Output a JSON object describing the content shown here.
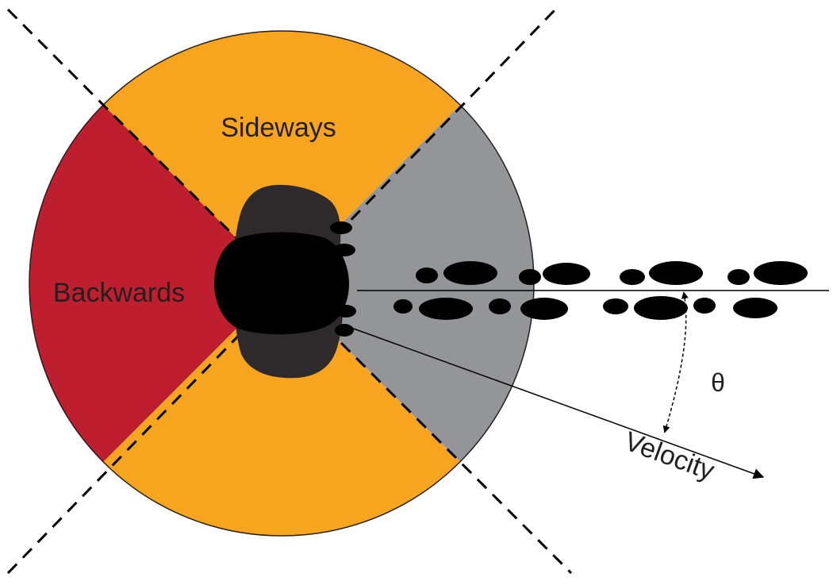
{
  "labels": {
    "sideways": "Sideways",
    "backwards": "Backwards",
    "velocity": "Velocity",
    "theta": "θ"
  },
  "colors": {
    "sideways": "#F7A51E",
    "backwards": "#BE1E2D",
    "forward": "#939598",
    "animal": "#2E2A2B",
    "footprint": "#000000",
    "line": "#000000"
  }
}
